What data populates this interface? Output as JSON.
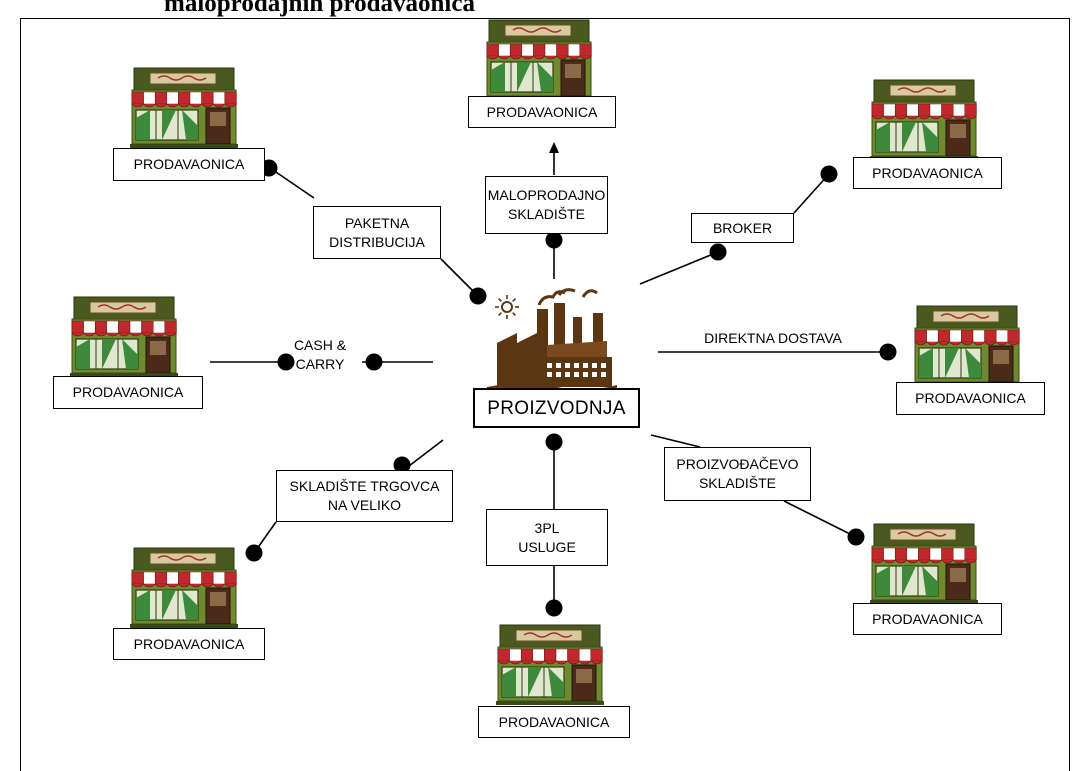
{
  "heading": "maloprodajnih prodavaonica",
  "center": {
    "label": "PROIZVODNJA",
    "icon": "factory-icon"
  },
  "store_icon": "store-icon",
  "stores": [
    {
      "id": "top",
      "label": "PRODAVAONICA"
    },
    {
      "id": "top-left",
      "label": "PRODAVAONICA"
    },
    {
      "id": "top-right",
      "label": "PRODAVAONICA"
    },
    {
      "id": "left",
      "label": "PRODAVAONICA"
    },
    {
      "id": "right",
      "label": "PRODAVAONICA"
    },
    {
      "id": "bottom-left",
      "label": "PRODAVAONICA"
    },
    {
      "id": "bottom",
      "label": "PRODAVAONICA"
    },
    {
      "id": "bottom-right",
      "label": "PRODAVAONICA"
    }
  ],
  "channels": [
    {
      "id": "maloprodajno-skladiste",
      "label": "MALOPRODAJNO\nSKLADIŠTE"
    },
    {
      "id": "paketna-distribucija",
      "label": "PAKETNA\nDISTRIBUCIJA"
    },
    {
      "id": "broker",
      "label": "BROKER"
    },
    {
      "id": "cash-and-carry",
      "label": "CASH &\nCARRY"
    },
    {
      "id": "direktna-dostava",
      "label": "DIREKTNA DOSTAVA"
    },
    {
      "id": "skladiste-trgovca",
      "label": "SKLADIŠTE TRGOVCA\nNA VELIKO"
    },
    {
      "id": "3pl-usluge",
      "label": "3PL\nUSLUGE"
    },
    {
      "id": "proizvodacevo-skladiste",
      "label": "PROIZVOĐAČEVO\nSKLADIŠTE"
    }
  ],
  "colors": {
    "store_awning": "#c0282e",
    "store_wall": "#6f8a2e",
    "store_roof": "#4a5a1e",
    "factory": "#5a3612",
    "line": "#000000"
  }
}
